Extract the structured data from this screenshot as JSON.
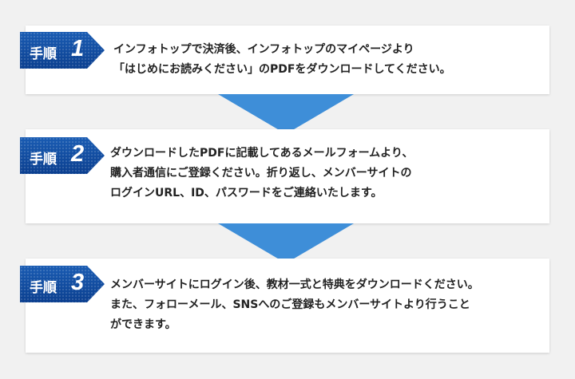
{
  "steps": [
    {
      "badge_word": "手順",
      "badge_number": "1",
      "lines": [
        "インフォトップで決済後、インフォトップのマイページより",
        "「はじめにお読みください」のPDFをダウンロードしてください。"
      ]
    },
    {
      "badge_word": "手順",
      "badge_number": "2",
      "lines": [
        "ダウンロードしたPDFに記載してあるメールフォームより、",
        "購入者通信にご登録ください。折り返し、メンバーサイトの",
        "ログインURL、ID、パスワードをご連絡いたします。"
      ]
    },
    {
      "badge_word": "手順",
      "badge_number": "3",
      "lines": [
        "メンバーサイトにログイン後、教材一式と特典をダウンロードください。",
        "また、フォローメール、SNSへのご登録もメンバーサイトより行うこと",
        "ができます。"
      ]
    }
  ],
  "colors": {
    "page_background": "#f1f1f1",
    "card_background": "#ffffff",
    "badge_blue": "#1a5cb3",
    "arrow_blue": "#3e8ed8",
    "text": "#222222"
  }
}
